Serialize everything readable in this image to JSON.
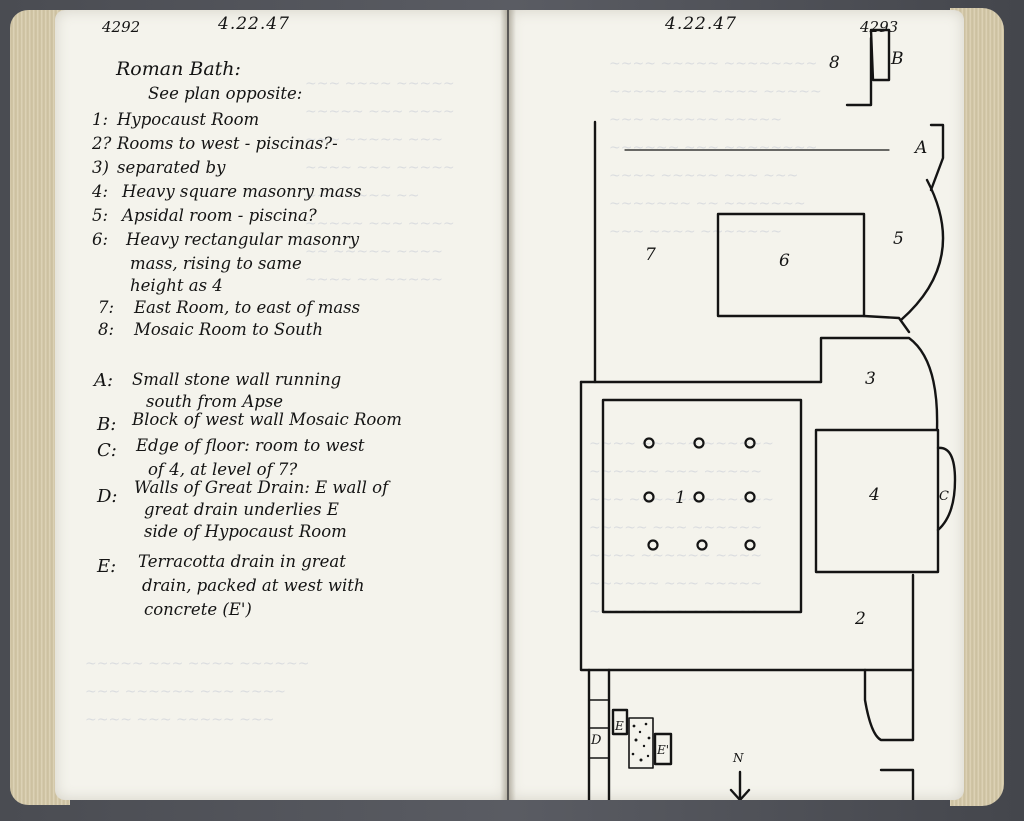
{
  "left_page": {
    "page_number": "4292",
    "date": "4.22.47",
    "title": "Roman Bath:",
    "subtitle": "See plan opposite:",
    "entries": [
      {
        "key": "1:",
        "text": "Hypocaust Room"
      },
      {
        "key": "2?",
        "text": "Rooms to west - piscinas?-"
      },
      {
        "key": "3)",
        "text": "separated by"
      },
      {
        "key": "4:",
        "text": "Heavy square masonry mass"
      },
      {
        "key": "5:",
        "text": "Apsidal room - piscina?"
      },
      {
        "key": "6:",
        "text": "Heavy rectangular masonry"
      },
      {
        "key": "",
        "text": "mass, rising to same"
      },
      {
        "key": "",
        "text": "height as 4"
      },
      {
        "key": "7:",
        "text": "East Room, to east of mass"
      },
      {
        "key": "8:",
        "text": "Mosaic Room to South"
      }
    ],
    "letter_entries": [
      {
        "key": "A:",
        "lines": [
          "Small stone wall running",
          "south from Apse"
        ]
      },
      {
        "key": "B:",
        "lines": [
          "Block of west wall Mosaic Room"
        ]
      },
      {
        "key": "C:",
        "lines": [
          "Edge of floor: room to west",
          "of 4, at level of 7?"
        ]
      },
      {
        "key": "D:",
        "lines": [
          "Walls of Great Drain: E wall of",
          "great drain underlies E",
          "side of Hypocaust Room"
        ]
      },
      {
        "key": "E:",
        "lines": [
          "Terracotta drain in great",
          "drain, packed at west with",
          "concrete (E')"
        ]
      }
    ]
  },
  "right_page": {
    "page_number": "4293",
    "date": "4.22.47",
    "plan_labels": {
      "r1": "1",
      "r2": "2",
      "r3": "3",
      "r4": "4",
      "r5": "5",
      "r6": "6",
      "r7": "7",
      "r8": "8",
      "A": "A",
      "B": "B",
      "C": "C",
      "D": "D",
      "E": "E",
      "E_prime": "E'",
      "north": "N"
    }
  },
  "colors": {
    "ink": "#141414",
    "paper": "#f4f3ec",
    "cover": "#4a4c52",
    "bleed": "#c6cbd6"
  }
}
